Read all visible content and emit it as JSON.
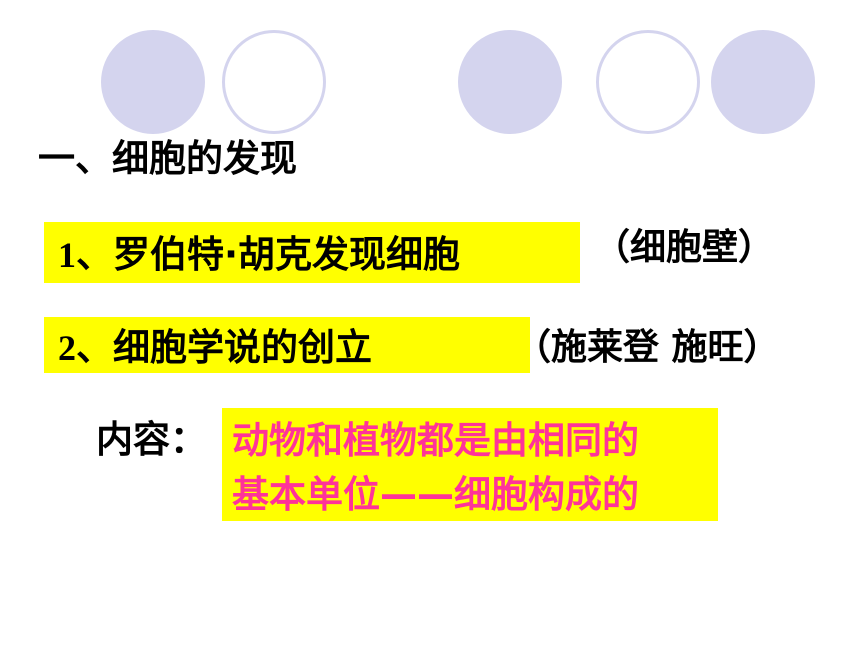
{
  "heading": "一、细胞的发现",
  "item1": {
    "number": "1",
    "text": "、罗伯特·胡克发现细胞"
  },
  "note1": "（细胞壁）",
  "item2": {
    "number": "2",
    "text": "、细胞学说的创立"
  },
  "note2": "（施莱登   施旺）",
  "content": {
    "label": "内容：",
    "line1": "动物和植物都是由相同的",
    "line2": "基本单位——细胞构成的"
  },
  "colors": {
    "circle": "#d4d4ee",
    "highlight": "#ffff00",
    "content_text": "#ff3399"
  }
}
